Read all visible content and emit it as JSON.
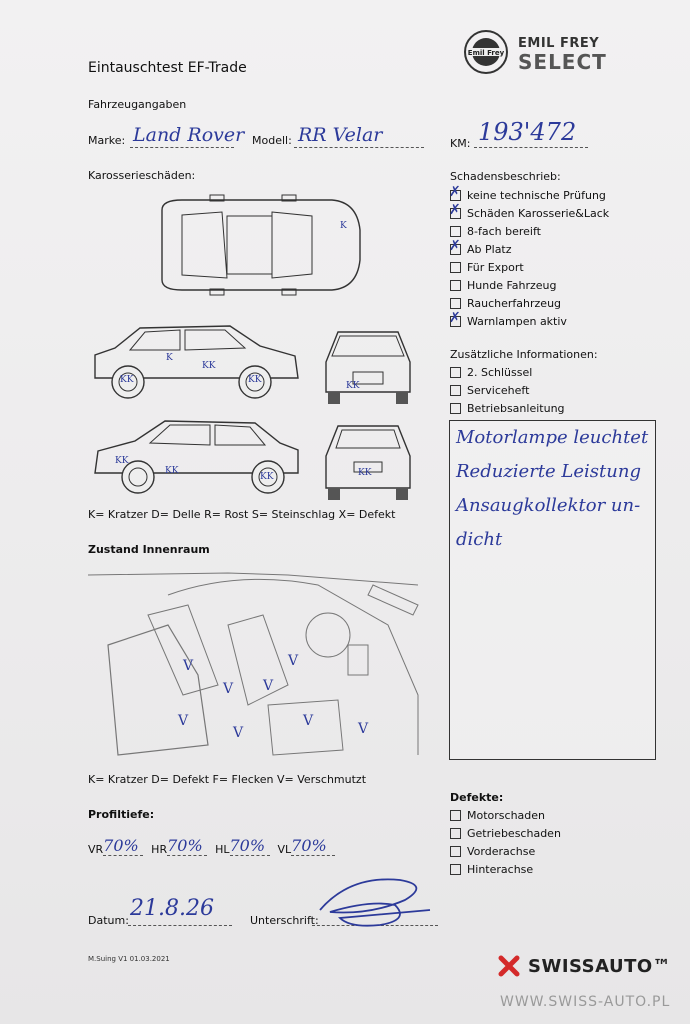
{
  "form": {
    "title": "Eintauschtest EF-Trade",
    "section_vehicle": "Fahrzeugangaben",
    "marke_label": "Marke:",
    "marke_value": "Land Rover",
    "modell_label": "Modell:",
    "modell_value": "RR Velar",
    "km_label": "KM:",
    "km_value": "193'472",
    "body_damage_title": "Karosserieschäden:",
    "body_legend": "K= Kratzer D= Delle R= Rost S= Steinschlag X= Defekt",
    "interior_title": "Zustand Innenraum",
    "interior_legend": "K= Kratzer D= Defekt F= Flecken V= Verschmutzt",
    "tread_title": "Profiltiefe:",
    "tread": [
      {
        "label": "VR",
        "value": "70%"
      },
      {
        "label": "HR",
        "value": "70%"
      },
      {
        "label": "HL",
        "value": "70%"
      },
      {
        "label": "VL",
        "value": "70%"
      }
    ],
    "date_label": "Datum:",
    "date_value": "21.8.26",
    "signature_label": "Unterschrift:",
    "version": "M.Suing V1 01.03.2021"
  },
  "damage_description": {
    "title": "Schadensbeschrieb:",
    "items": [
      {
        "label": "keine technische Prüfung",
        "checked": true
      },
      {
        "label": "Schäden Karosserie&Lack",
        "checked": true
      },
      {
        "label": "8-fach bereift",
        "checked": false
      },
      {
        "label": "Ab Platz",
        "checked": true
      },
      {
        "label": "Für Export",
        "checked": false
      },
      {
        "label": "Hunde Fahrzeug",
        "checked": false
      },
      {
        "label": "Raucherfahrzeug",
        "checked": false
      },
      {
        "label": "Warnlampen aktiv",
        "checked": true
      }
    ]
  },
  "additional_info": {
    "title": "Zusätzliche Informationen:",
    "items": [
      {
        "label": "2. Schlüssel",
        "checked": false
      },
      {
        "label": "Serviceheft",
        "checked": false
      },
      {
        "label": "Betriebsanleitung",
        "checked": false
      }
    ],
    "notes": [
      "Motorlampe leuchtet",
      "Reduzierte Leistung",
      "Ansaugkollektor un-",
      "dicht"
    ]
  },
  "defects": {
    "title": "Defekte:",
    "items": [
      {
        "label": "Motorschaden",
        "checked": false
      },
      {
        "label": "Getriebeschaden",
        "checked": false
      },
      {
        "label": "Vorderachse",
        "checked": false
      },
      {
        "label": "Hinterachse",
        "checked": false
      }
    ]
  },
  "branding": {
    "ef_top": "EMIL FREY",
    "ef_bottom": "SELECT",
    "ef_emblem": "Emil Frey",
    "swiss": "SWISSAUTO™",
    "url": "WWW.SWISS-AUTO.PL"
  },
  "marks": {
    "k": "K",
    "kk": "KK",
    "v": "V"
  }
}
